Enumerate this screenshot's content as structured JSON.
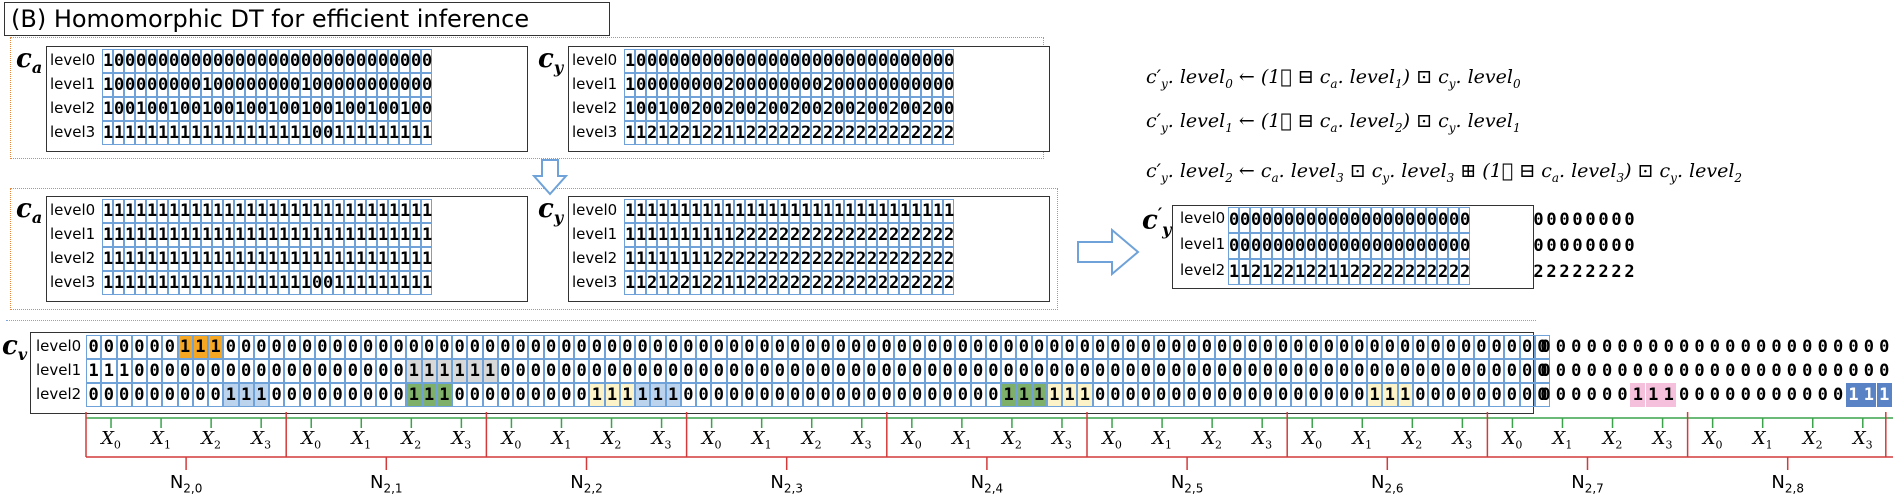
{
  "title": "(B) Homomorphic DT for efficient inference",
  "level_labels": [
    "level0",
    "level1",
    "level2",
    "level3"
  ],
  "ca_name": "c",
  "ca_sub": "a",
  "cy_name": "c",
  "cy_sub": "y",
  "cyp_sub": "y",
  "cyp_sup": "′",
  "cv_name": "c",
  "cv_sub": "v",
  "top_ca": [
    "100000000000000000000000000000",
    "100000000100000000100000000000",
    "100100100100100100100100100100",
    "111111111111111111100111111111"
  ],
  "top_cy": [
    "100000000000000000000000000000",
    "100000000200000000200000000000",
    "100100200200200200200200200200",
    "112122122112222222222222222222"
  ],
  "mid_ca": [
    "111111111111111111111111111111",
    "111111111111111111111111111111",
    "111111111111111111111111111111",
    "111111111111111111100111111111"
  ],
  "mid_cy": [
    "111111111111111111111111111111",
    "111111111122222222222222222222",
    "111111112222222222222222222222",
    "112122122112222222222222222222"
  ],
  "cyp_in": [
    "0000000000000000000000",
    "0000000000000000000000",
    "1121221221122222222222"
  ],
  "cyp_out": [
    "00000000",
    "00000000",
    "22222222"
  ],
  "cv_in": [
    "000000111000000000000000000000000000000000000000000000000000000000000000000000000000000000000000",
    "111000000000000000000111111000000000000000000000000000000000000000000000000000000000000000000000",
    "000000000111000000000111000000000111111000000000000000000000111111000000000000000000111000000000"
  ],
  "cv_out": [
    "00000000000000000000000",
    "00000000000000000000000",
    "00000011100000000000111"
  ],
  "highlights": {
    "orange": "#f5a623",
    "blue_light": "#bcd3ee",
    "green": "#7fb069",
    "cream": "#fdf3c8",
    "pink": "#f4c0dc",
    "blue_dark": "#5a83c5"
  },
  "equations": [
    {
      "lhs": "c′",
      "lhs_sub": "y",
      "lhs_dot": ". level",
      "lhs_lvl": "0",
      "rhs": " ← (1⃗ ⊟ c",
      "rhs_sub1": "a",
      "rhs2": ". level",
      "rhs_lvl1": "1",
      "rhs3": ") ⊡ c",
      "rhs_sub2": "y",
      "rhs4": ". level",
      "rhs_lvl2": "0"
    },
    {
      "lhs": "c′",
      "lhs_sub": "y",
      "lhs_dot": ". level",
      "lhs_lvl": "1",
      "rhs": " ← (1⃗ ⊟ c",
      "rhs_sub1": "a",
      "rhs2": ". level",
      "rhs_lvl1": "2",
      "rhs3": ") ⊡ c",
      "rhs_sub2": "y",
      "rhs4": ". level",
      "rhs_lvl2": "1"
    }
  ],
  "equation3": {
    "a": "c′",
    "a_sub": "y",
    "b": ". level",
    "b_sub": "2",
    "c": " ← c",
    "c_sub": "a",
    "d": ". level",
    "d_sub": "3",
    "e": " ⊡ c",
    "e_sub": "y",
    "f": ". level",
    "f_sub": "3",
    "g": " ⊞ (1⃗ ⊟ c",
    "g_sub": "a",
    "h": ". level",
    "h_sub": "3",
    "i": ") ⊡ c",
    "i_sub": "y",
    "j": ". level",
    "j_sub": "2"
  },
  "x_labels": [
    "X0",
    "X1",
    "X2",
    "X3",
    "X0",
    "X1",
    "X2",
    "X3",
    "X0",
    "X1",
    "X2",
    "X3",
    "X0",
    "X1",
    "X2",
    "X3",
    "X0",
    "X1",
    "X2",
    "X3",
    "X0",
    "X1",
    "X2",
    "X3",
    "X0",
    "X1",
    "X2",
    "X3",
    "X0",
    "X1",
    "X2",
    "X3",
    "X0",
    "X1",
    "X2",
    "X3"
  ],
  "x_label_parts": [
    "X",
    "0",
    "1",
    "2",
    "3"
  ],
  "n_labels": [
    {
      "base": "N",
      "sub": "2,0"
    },
    {
      "base": "N",
      "sub": "2,1"
    },
    {
      "base": "N",
      "sub": "2,2"
    },
    {
      "base": "N",
      "sub": "2,3"
    },
    {
      "base": "N",
      "sub": "2,4"
    },
    {
      "base": "N",
      "sub": "2,5"
    },
    {
      "base": "N",
      "sub": "2,6"
    },
    {
      "base": "N",
      "sub": "2,7"
    },
    {
      "base": "N",
      "sub": "2,8"
    }
  ]
}
